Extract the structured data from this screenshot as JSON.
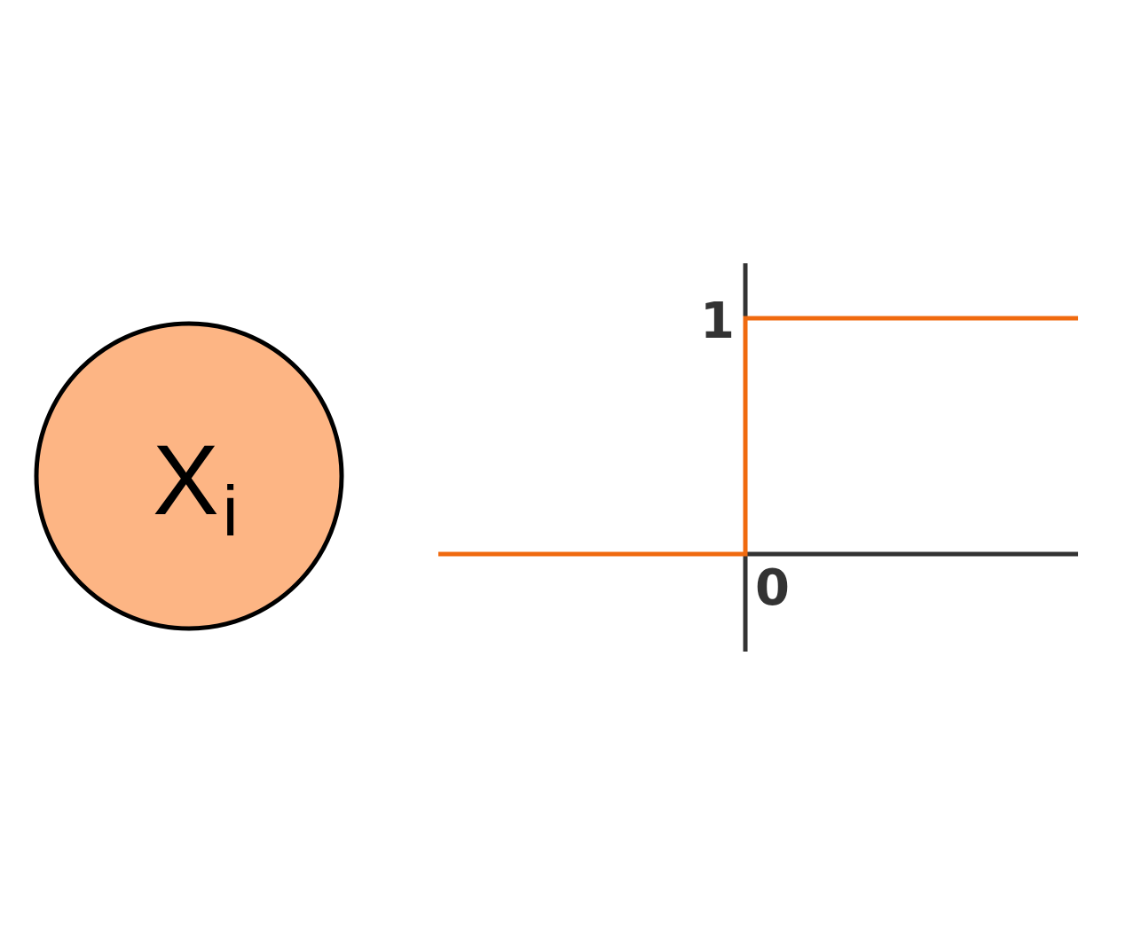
{
  "node": {
    "symbol": "X",
    "subscript": "i",
    "fill_color": "#FDB584",
    "stroke_color": "#000000"
  },
  "step_plot": {
    "tick_high": "1",
    "tick_origin": "0",
    "axis_color": "#333333",
    "curve_color": "#F06A0F"
  },
  "chart_data": {
    "type": "line",
    "title": "",
    "xlabel": "",
    "ylabel": "",
    "y_ticks": [
      "1",
      "0"
    ],
    "series": [
      {
        "x": [
          "-inf",
          0,
          0,
          "+inf"
        ],
        "y": [
          0,
          0,
          1,
          1
        ]
      }
    ]
  }
}
